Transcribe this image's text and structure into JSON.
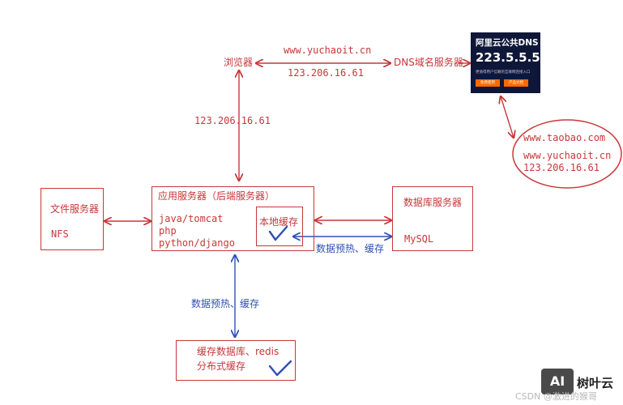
{
  "nodes": {
    "browser": "浏览器",
    "dns_server": "DNS域名服务器",
    "app_server_title": "应用服务器（后端服务器）",
    "app_server_lines": [
      "java/tomcat",
      "php",
      "python/django"
    ],
    "local_cache": "本地缓存",
    "file_server": "文件服务器",
    "nfs": "NFS",
    "db_server": "数据库服务器",
    "mysql": "MySQL",
    "cache_db_line1": "缓存数据库、redis",
    "cache_db_line2": "分布式缓存"
  },
  "edges": {
    "domain_request": "www.yuchaoit.cn",
    "ip_response": "123.206.16.61",
    "browser_app_ip": "123.206.16.61",
    "preheat_cache_db": "数据预热、缓存",
    "preheat_cache_redis": "数据预热、缓存"
  },
  "dns_resolution": [
    "www.taobao.com",
    "www.yuchaoit.cn",
    "123.206.16.61"
  ],
  "dns_card": {
    "title": "阿里云公共DNS",
    "ip": "223.5.5.5",
    "desc": "更值得用户信赖的互联网连接入口",
    "btn1": "免费使用",
    "btn2": "产品文档"
  },
  "badge": {
    "icon": "AI",
    "text": "树叶云"
  },
  "watermark": "CSDN @激进的猴哥",
  "colors": {
    "red": "#c8373a",
    "blue": "#2f4fb5",
    "dns_bg": "#0f1739",
    "dns_button": "#ff6a00"
  }
}
